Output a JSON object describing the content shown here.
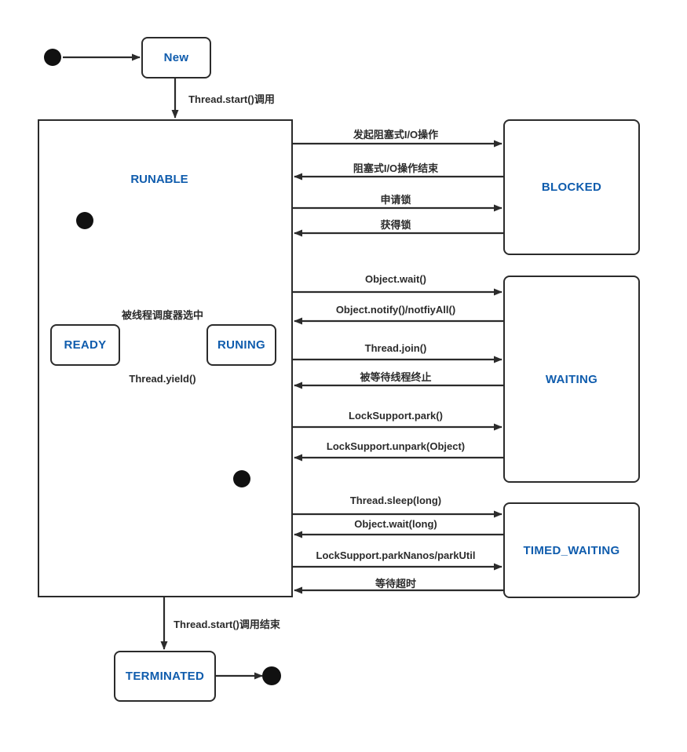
{
  "diagram": {
    "title": "Java Thread State Machine",
    "accent_color": "#0f5cad",
    "line_color": "#2b2b2b"
  },
  "states": {
    "new": {
      "label": "New"
    },
    "runable": {
      "label": "RUNABLE"
    },
    "ready": {
      "label": "READY"
    },
    "runing": {
      "label": "RUNING"
    },
    "blocked": {
      "label": "BLOCKED"
    },
    "waiting": {
      "label": "WAITING"
    },
    "timed_waiting": {
      "label": "TIMED_WAITING"
    },
    "terminated": {
      "label": "TERMINATED"
    }
  },
  "transitions": {
    "start_call": "Thread.start()调用",
    "start_call_end": "Thread.start()调用结束",
    "scheduled": "被线程调度器选中",
    "yield": "Thread.yield()",
    "blocked_group": [
      {
        "label": "发起阻塞式I/O操作",
        "direction": "right"
      },
      {
        "label": "阻塞式I/O操作结束",
        "direction": "left"
      },
      {
        "label": "申请锁",
        "direction": "right"
      },
      {
        "label": "获得锁",
        "direction": "left"
      }
    ],
    "waiting_group": [
      {
        "label": "Object.wait()",
        "direction": "right"
      },
      {
        "label": "Object.notify()/notfiyAll()",
        "direction": "left"
      },
      {
        "label": "Thread.join()",
        "direction": "right"
      },
      {
        "label": "被等待线程终止",
        "direction": "left"
      },
      {
        "label": "LockSupport.park()",
        "direction": "right"
      },
      {
        "label": "LockSupport.unpark(Object)",
        "direction": "left"
      }
    ],
    "timed_waiting_group": [
      {
        "label": "Thread.sleep(long)",
        "direction": "right"
      },
      {
        "label": "Object.wait(long)",
        "direction": "left"
      },
      {
        "label": "LockSupport.parkNanos/parkUtil",
        "direction": "right"
      },
      {
        "label": "等待超时",
        "direction": "left"
      }
    ]
  }
}
